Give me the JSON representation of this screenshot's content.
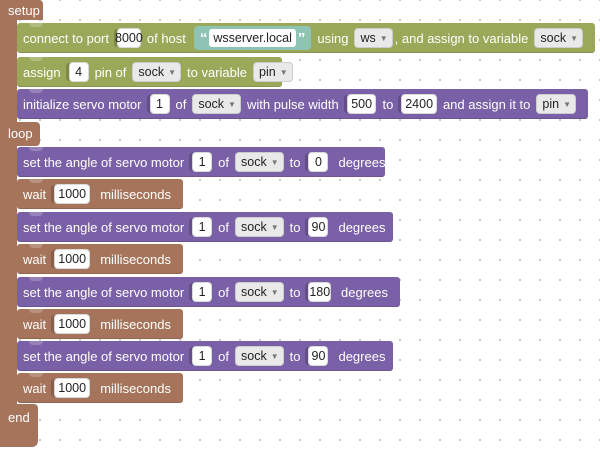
{
  "setup": {
    "label": "setup",
    "connect": {
      "text_connect": "connect to port",
      "port": "8000",
      "text_host": "of host",
      "host": "wsserver.local",
      "text_using": "using",
      "protocol": "ws",
      "text_assign": ", and assign to variable",
      "variable": "sock"
    },
    "assign": {
      "text_assign": "assign",
      "pin_number": "4",
      "text_pin_of": "pin of",
      "source_var": "sock",
      "text_to_var": "to variable",
      "target_var": "pin"
    },
    "servo_init": {
      "text_init": "initialize servo motor",
      "motor": "1",
      "text_of": "of",
      "source_var": "sock",
      "text_pulse": "with pulse width",
      "pulse_min": "500",
      "text_to": "to",
      "pulse_max": "2400",
      "text_assign_it": "and assign it to",
      "target_var": "pin"
    }
  },
  "loop": {
    "label": "loop",
    "set_angle_text": "set the angle of servo motor",
    "of_text": "of",
    "to_text": "to",
    "degrees_text": "degrees",
    "wait_text": "wait",
    "ms_text": "milliseconds",
    "steps": [
      {
        "motor": "1",
        "var": "sock",
        "angle": "0",
        "wait": "1000"
      },
      {
        "motor": "1",
        "var": "sock",
        "angle": "90",
        "wait": "1000"
      },
      {
        "motor": "1",
        "var": "sock",
        "angle": "180",
        "wait": "1000"
      },
      {
        "motor": "1",
        "var": "sock",
        "angle": "90",
        "wait": "1000"
      }
    ]
  },
  "end_label": "end",
  "colors": {
    "wrapper": "#a5745b",
    "network": "#9aa85a",
    "servo": "#7a60a6",
    "timing": "#a5745b",
    "string": "#8fc4b5"
  },
  "icons": {
    "dropdown": "triangle-down"
  }
}
